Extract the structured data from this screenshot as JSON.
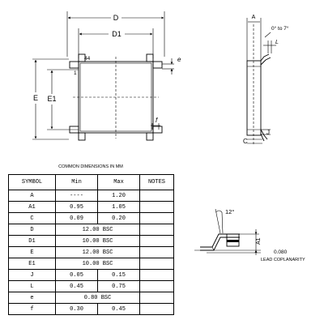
{
  "top_view": {
    "D": "D",
    "D1": "D1",
    "E": "E",
    "E1": "E1",
    "pin_44": "44",
    "pin_1": "1",
    "e": "e",
    "f": "f"
  },
  "side_view": {
    "A": "A",
    "angle": "0° to 7°",
    "L": "L",
    "C": "C",
    "J": "J"
  },
  "coplanarity_view": {
    "angle": "12°",
    "A1": "A1",
    "value": "0.080",
    "label": "LEAD COPLANARITY"
  },
  "table": {
    "caption": "COMMON DIMENSIONS IN MM",
    "headers": [
      "SYMBOL",
      "Min",
      "Max",
      "NOTES"
    ],
    "rows": [
      {
        "symbol": "A",
        "min": "----",
        "max": "1.20",
        "bsc": ""
      },
      {
        "symbol": "A1",
        "min": "0.95",
        "max": "1.05",
        "bsc": ""
      },
      {
        "symbol": "C",
        "min": "0.09",
        "max": "0.20",
        "bsc": ""
      },
      {
        "symbol": "D",
        "min": "",
        "max": "",
        "bsc": "12.00 BSC"
      },
      {
        "symbol": "D1",
        "min": "",
        "max": "",
        "bsc": "10.00 BSC"
      },
      {
        "symbol": "E",
        "min": "",
        "max": "",
        "bsc": "12.00 BSC"
      },
      {
        "symbol": "E1",
        "min": "",
        "max": "",
        "bsc": "10.00 BSC"
      },
      {
        "symbol": "J",
        "min": "0.05",
        "max": "0.15",
        "bsc": ""
      },
      {
        "symbol": "L",
        "min": "0.45",
        "max": "0.75",
        "bsc": ""
      },
      {
        "symbol": "e",
        "min": "",
        "max": "",
        "bsc": "0.80 BSC"
      },
      {
        "symbol": "f",
        "min": "0.30",
        "max": "0.45",
        "bsc": ""
      }
    ]
  }
}
